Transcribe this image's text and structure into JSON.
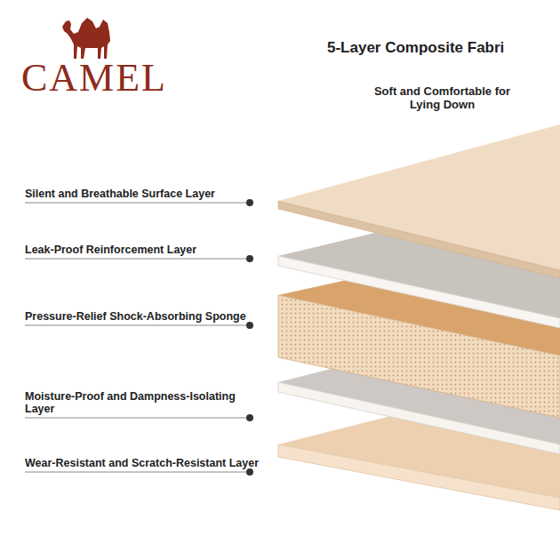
{
  "diagram": {
    "title": "5-Layer Composite Fabri",
    "labels": [
      "CAMEL",
      "Soft and Comfortable for Lying Down",
      "Silent and Breathable Surface Layer",
      "Leak-Proof Reinforcement Layer",
      "Pressure-Relief Shock-Absorbing Sponge",
      "Moisture-Proof and Dampness-Isolating Layer",
      "Wear-Resistant and Scratch-Resistant Layer"
    ]
  }
}
